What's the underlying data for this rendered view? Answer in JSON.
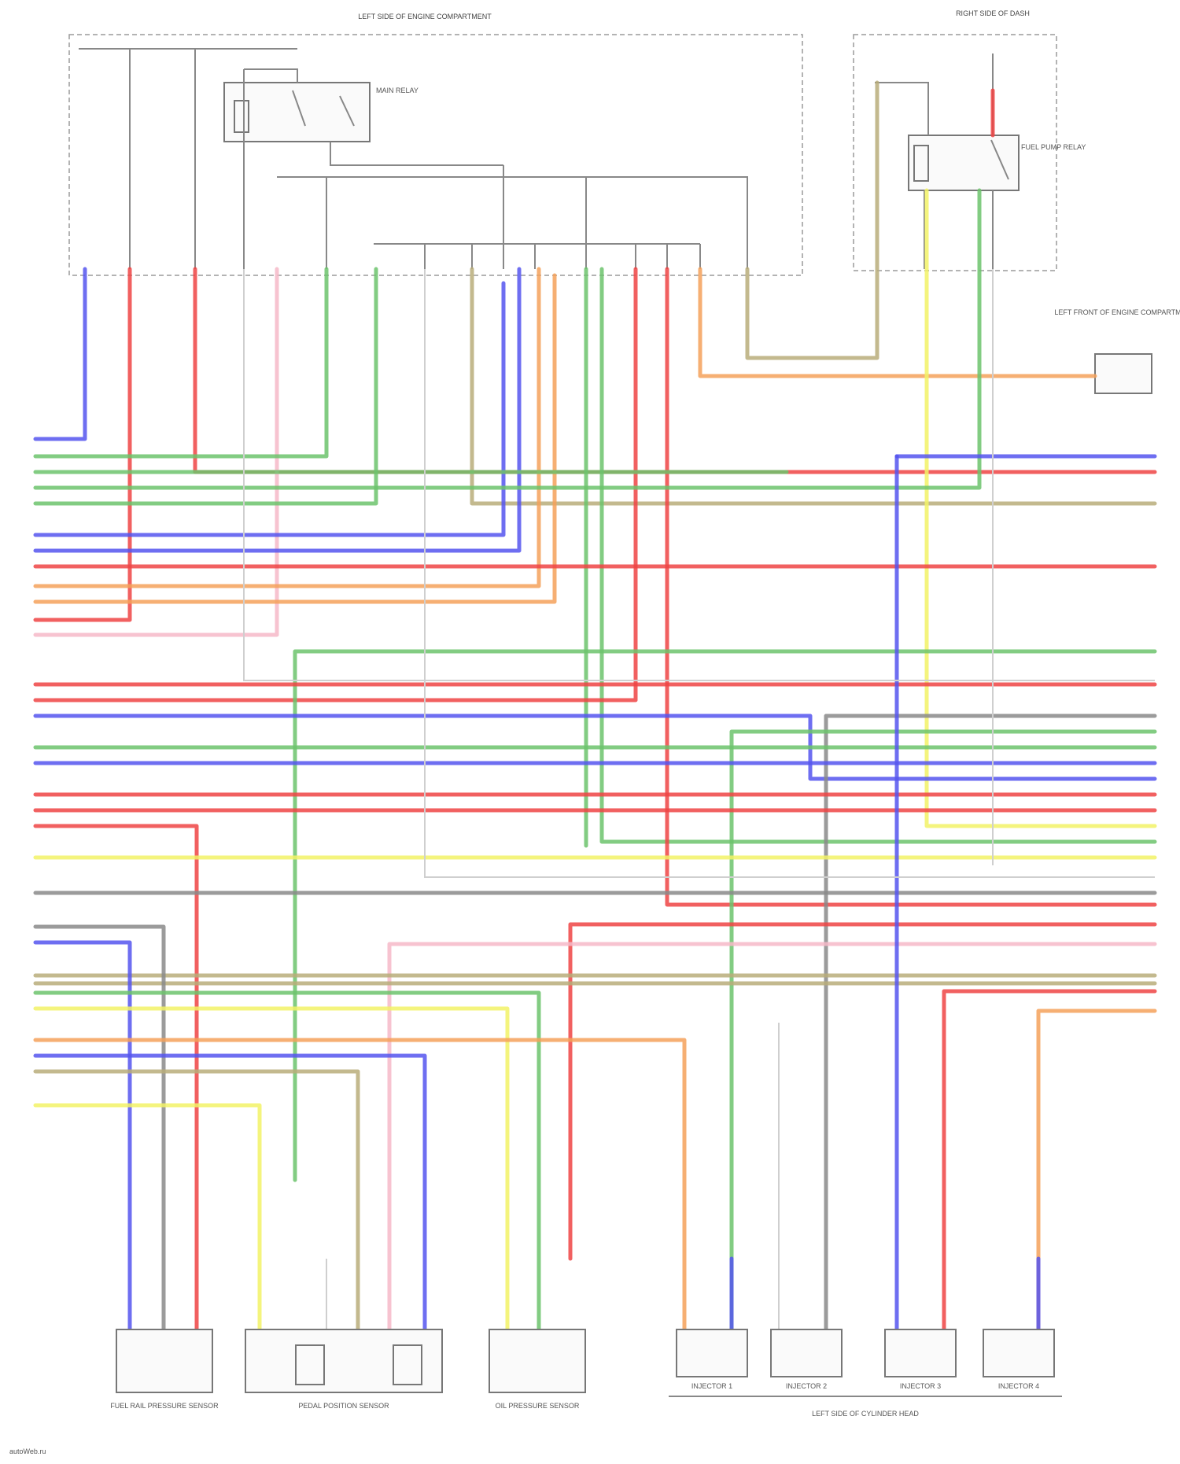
{
  "colors": {
    "red": "#ee4444",
    "green": "#6cc36c",
    "blue": "#5555ee",
    "orange": "#f5a15a",
    "yellow": "#f2f266",
    "pink": "#f6b8c8",
    "gray": "#8a8a8a",
    "tan": "#b9ad7a",
    "lightgray": "#cfcfcf"
  },
  "header": {
    "engine_box_label": "LEFT SIDE OF ENGINE COMPARTMENT",
    "fuse_box_label": "RIGHT SIDE OF DASH"
  },
  "components": {
    "relay_top": "MAIN RELAY",
    "relay_right": "FUEL PUMP RELAY",
    "module_right": "LEFT FRONT OF ENGINE COMPARTMENT",
    "sensor_1": "FUEL RAIL PRESSURE SENSOR",
    "sensor_2": "PEDAL POSITION SENSOR",
    "sensor_3": "OIL PRESSURE SENSOR",
    "injector_group": "LEFT SIDE OF CYLINDER HEAD",
    "injector_1": "INJECTOR 1",
    "injector_2": "INJECTOR 2",
    "injector_3": "INJECTOR 3",
    "injector_4": "INJECTOR 4"
  },
  "footer": {
    "watermark": "autoWeb.ru"
  }
}
